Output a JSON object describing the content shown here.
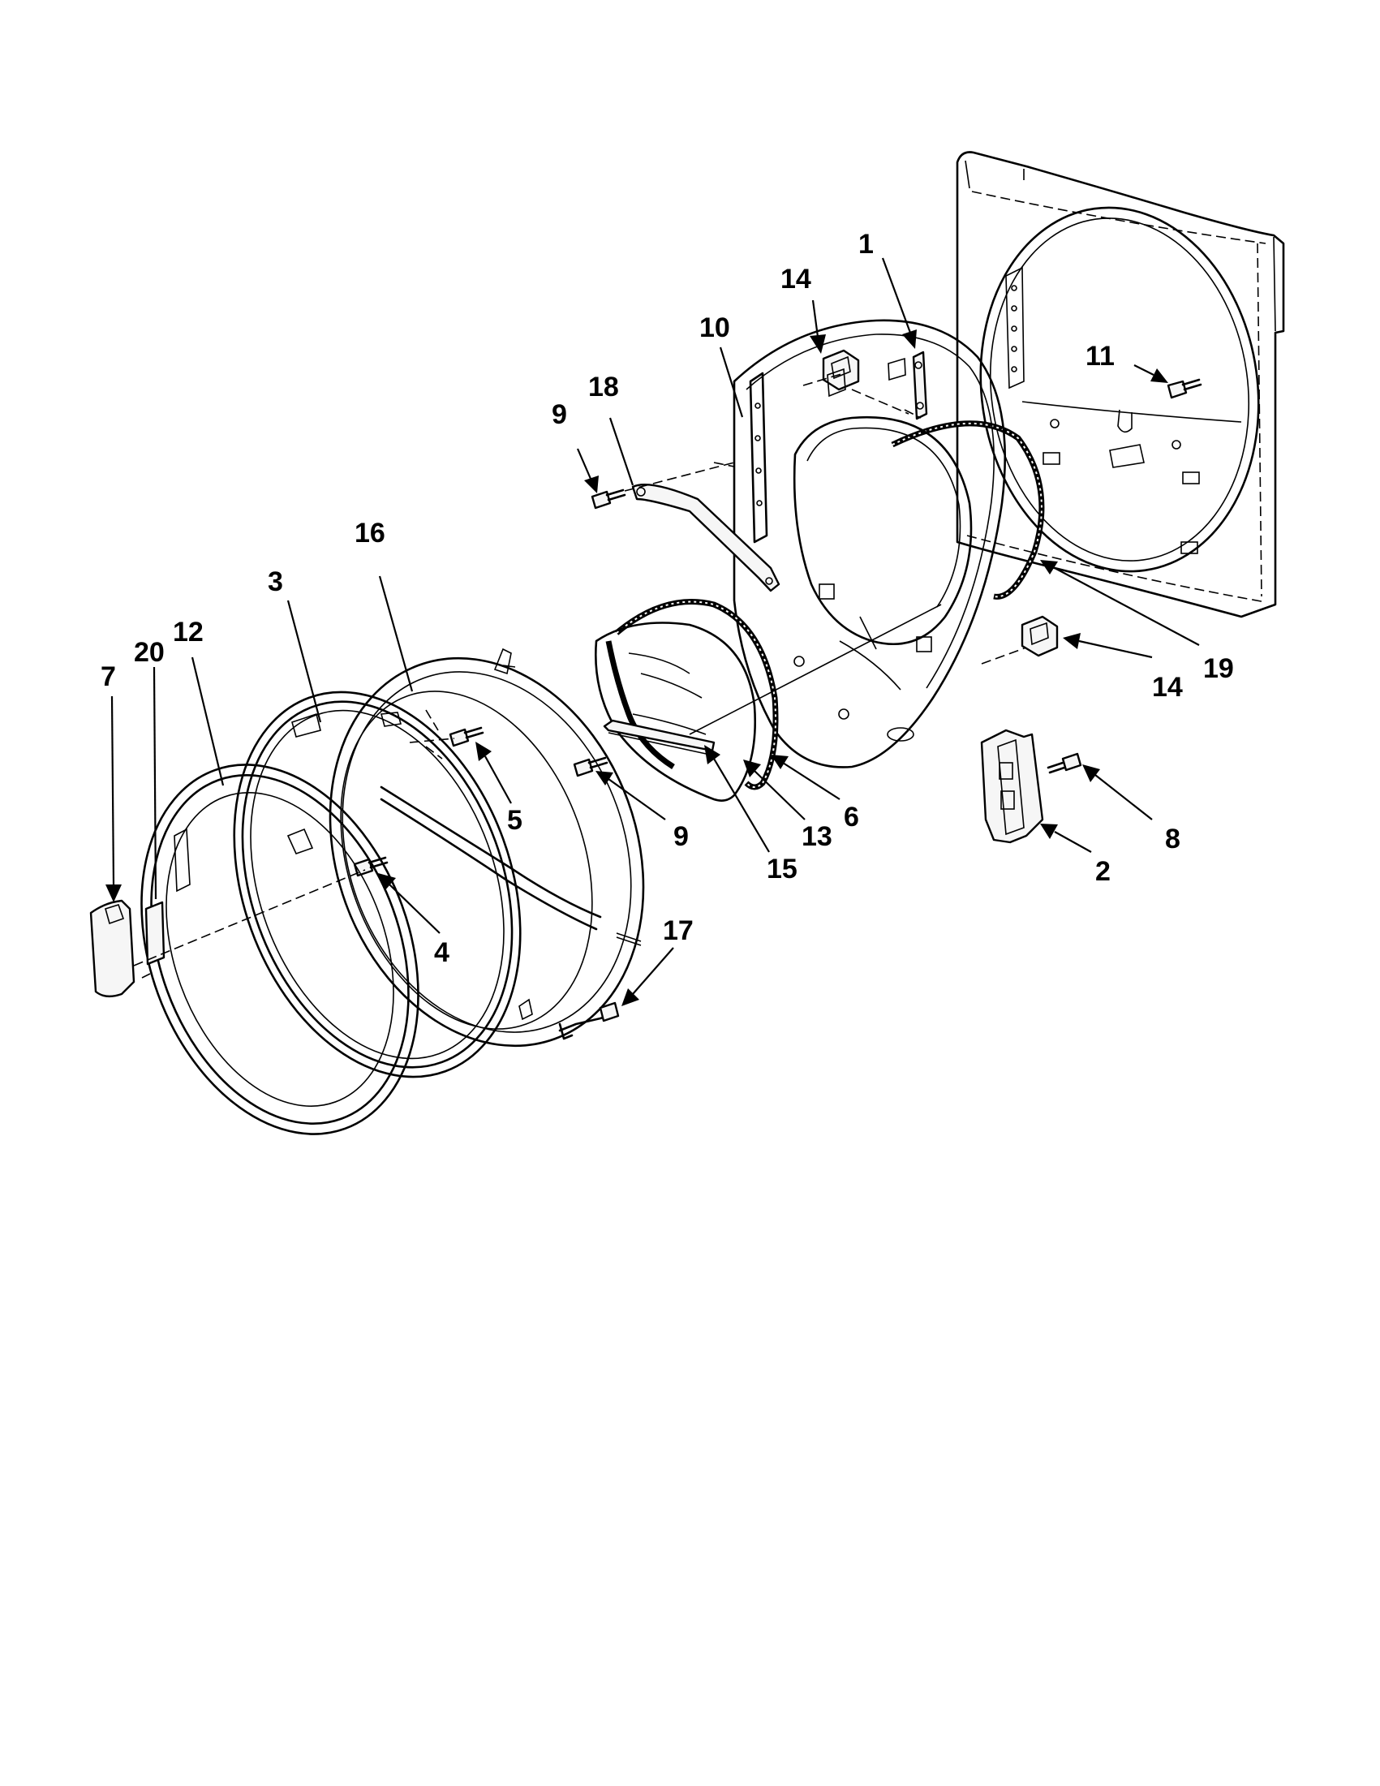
{
  "diagram": {
    "callouts": [
      {
        "key": "c1",
        "label": "1"
      },
      {
        "key": "c14a",
        "label": "14"
      },
      {
        "key": "c10",
        "label": "10"
      },
      {
        "key": "c18",
        "label": "18"
      },
      {
        "key": "c9a",
        "label": "9"
      },
      {
        "key": "c11",
        "label": "11"
      },
      {
        "key": "c16",
        "label": "16"
      },
      {
        "key": "c3",
        "label": "3"
      },
      {
        "key": "c20",
        "label": "20"
      },
      {
        "key": "c12",
        "label": "12"
      },
      {
        "key": "c7",
        "label": "7"
      },
      {
        "key": "c5",
        "label": "5"
      },
      {
        "key": "c4",
        "label": "4"
      },
      {
        "key": "c9b",
        "label": "9"
      },
      {
        "key": "c15",
        "label": "15"
      },
      {
        "key": "c13",
        "label": "13"
      },
      {
        "key": "c6",
        "label": "6"
      },
      {
        "key": "c14b",
        "label": "14"
      },
      {
        "key": "c19",
        "label": "19"
      },
      {
        "key": "c8",
        "label": "8"
      },
      {
        "key": "c2",
        "label": "2"
      },
      {
        "key": "c17",
        "label": "17"
      }
    ]
  }
}
